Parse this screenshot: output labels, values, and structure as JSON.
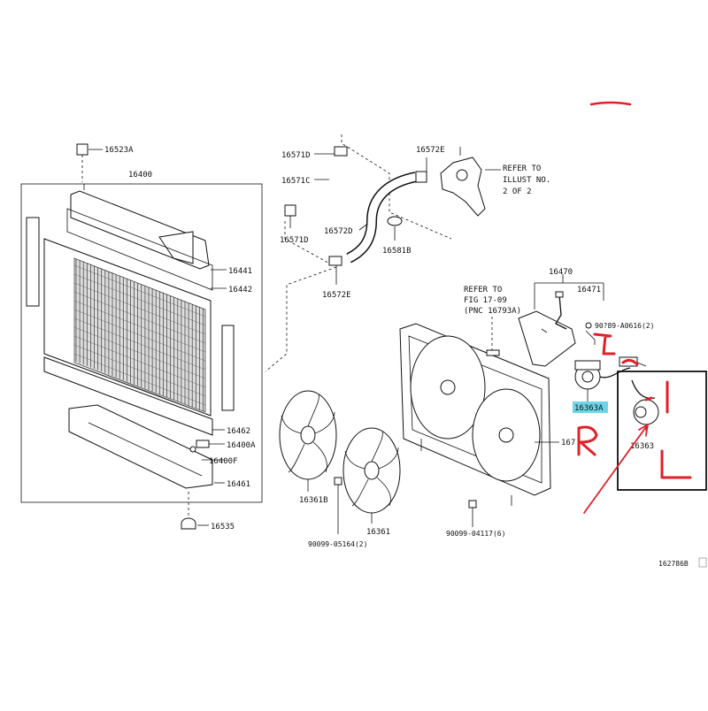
{
  "labels": {
    "l16523A": "16523A",
    "l16400": "16400",
    "l16441": "16441",
    "l16442": "16442",
    "l16462": "16462",
    "l16400A": "16400A",
    "l16400F": "16400F",
    "l16461": "16461",
    "l16535": "16535",
    "l16571D_top": "16571D",
    "l16571C": "16571C",
    "l16571D_bot": "16571D",
    "l16572E_top": "16572E",
    "l16572D": "16572D",
    "l16581B": "16581B",
    "l16572E_bot": "16572E",
    "l16470": "16470",
    "l16471": "16471",
    "l90xx_a0616": "90?89-A0616(2)",
    "l16363A": "16363A",
    "l167x": "167",
    "l16363": "16363",
    "l16361B": "16361B",
    "l16361": "16361",
    "l90099_05164": "90099-05164(2)",
    "l90099_04117": "90099-04117(6)",
    "l162786B": "162786B"
  },
  "notes": {
    "refer1": [
      "REFER TO",
      "ILLUST NO.",
      "2 OF 2"
    ],
    "refer2": [
      "REFER TO",
      "FIG 17-09",
      "(PNC 16793A)"
    ]
  },
  "colors": {
    "line": "#111111",
    "annotation": "#e0202a",
    "highlight": "#6fd4e8"
  },
  "handwriting": {
    "top": "L",
    "middle": "R",
    "inset": "L"
  }
}
